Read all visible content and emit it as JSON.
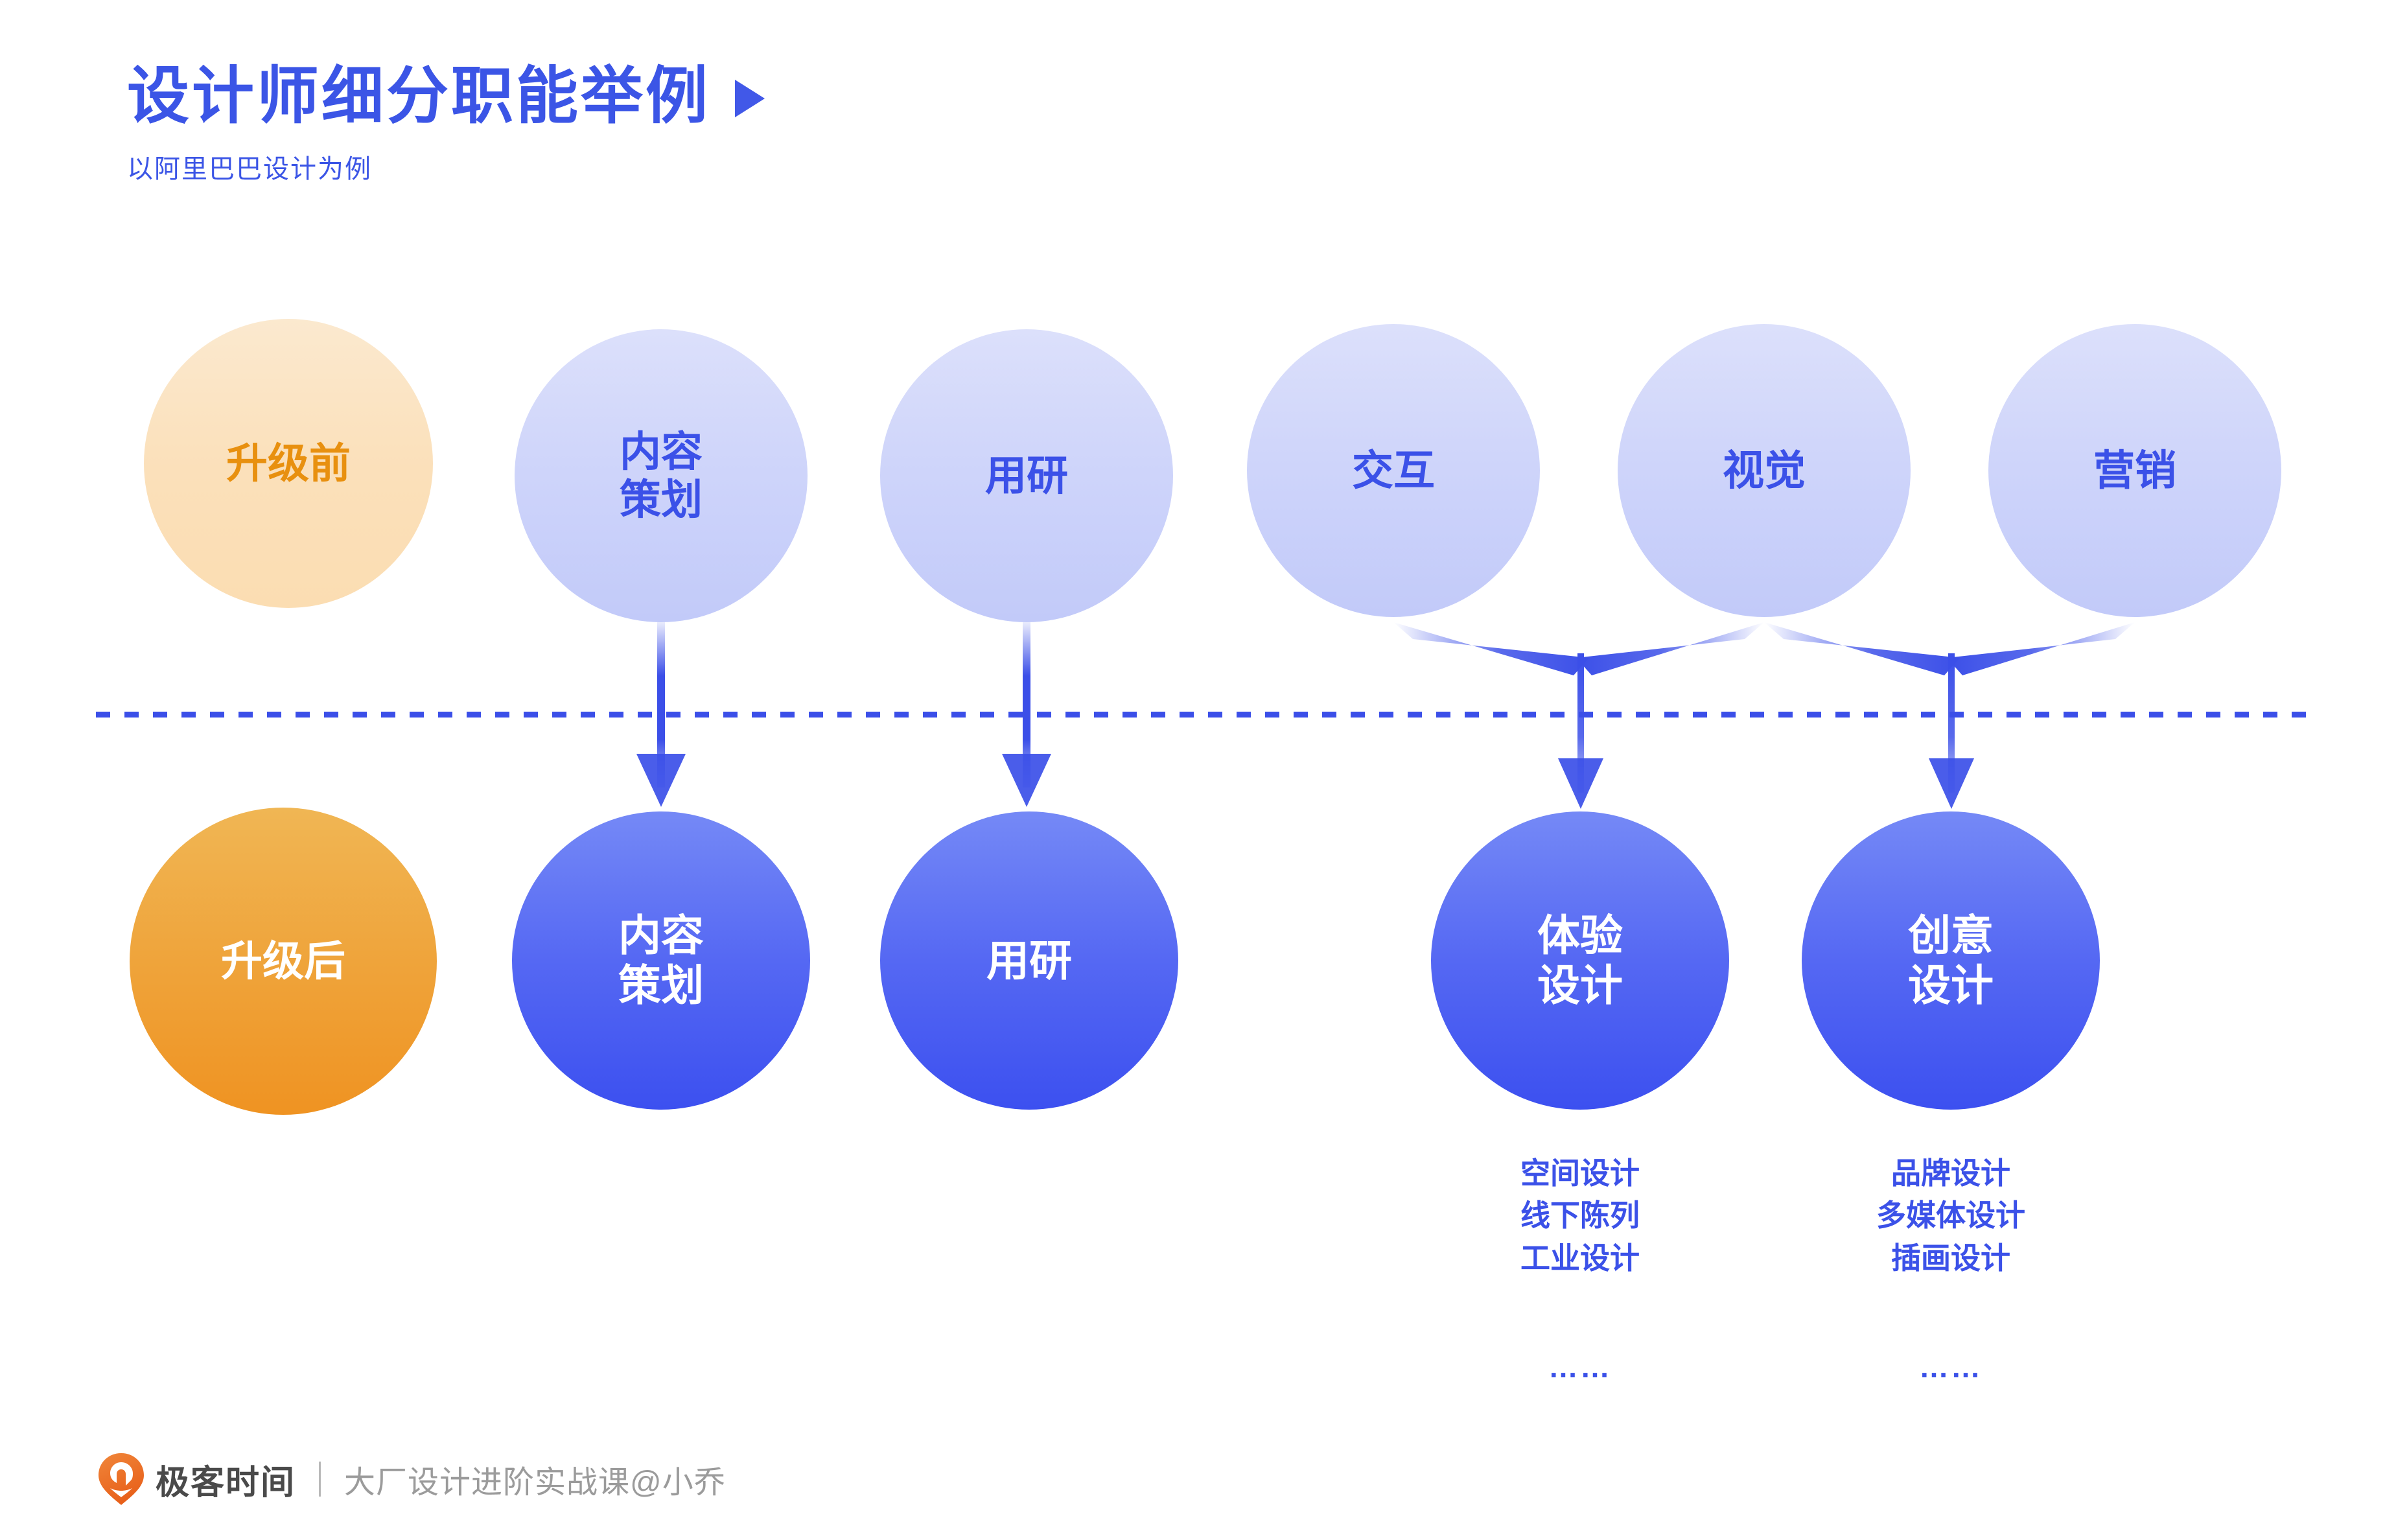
{
  "header": {
    "title": "设计师细分职能举例",
    "play_icon": "play-triangle-icon",
    "subtitle": "以阿里巴巴设计为例"
  },
  "diagram": {
    "rows": {
      "before": {
        "tag_label": "升级前",
        "nodes": [
          {
            "label": "内容\n策划"
          },
          {
            "label": "用研"
          },
          {
            "label": "交互"
          },
          {
            "label": "视觉"
          },
          {
            "label": "营销"
          }
        ]
      },
      "after": {
        "tag_label": "升级后",
        "nodes": [
          {
            "label": "内容\n策划",
            "sub": null,
            "dots": null
          },
          {
            "label": "用研",
            "sub": null,
            "dots": null
          },
          {
            "label": "体验\n设计",
            "sub": "空间设计\n线下陈列\n工业设计",
            "dots": "……"
          },
          {
            "label": "创意\n设计",
            "sub": "品牌设计\n多媒体设计\n插画设计",
            "dots": "……"
          }
        ]
      }
    }
  },
  "footer": {
    "logo_icon": "geekbang-pin-logo-icon",
    "brand": "极客时间",
    "divider": "|",
    "course": "大厂设计进阶实战课@小乔"
  },
  "colors": {
    "accent_blue": "#3B51E8",
    "accent_orange": "#EF9322",
    "pale_orange": "#FBE0BA",
    "pale_blue": "#CFD5FA",
    "footer_gray": "#9B9B9B",
    "brand_gray": "#4A4A4A"
  }
}
